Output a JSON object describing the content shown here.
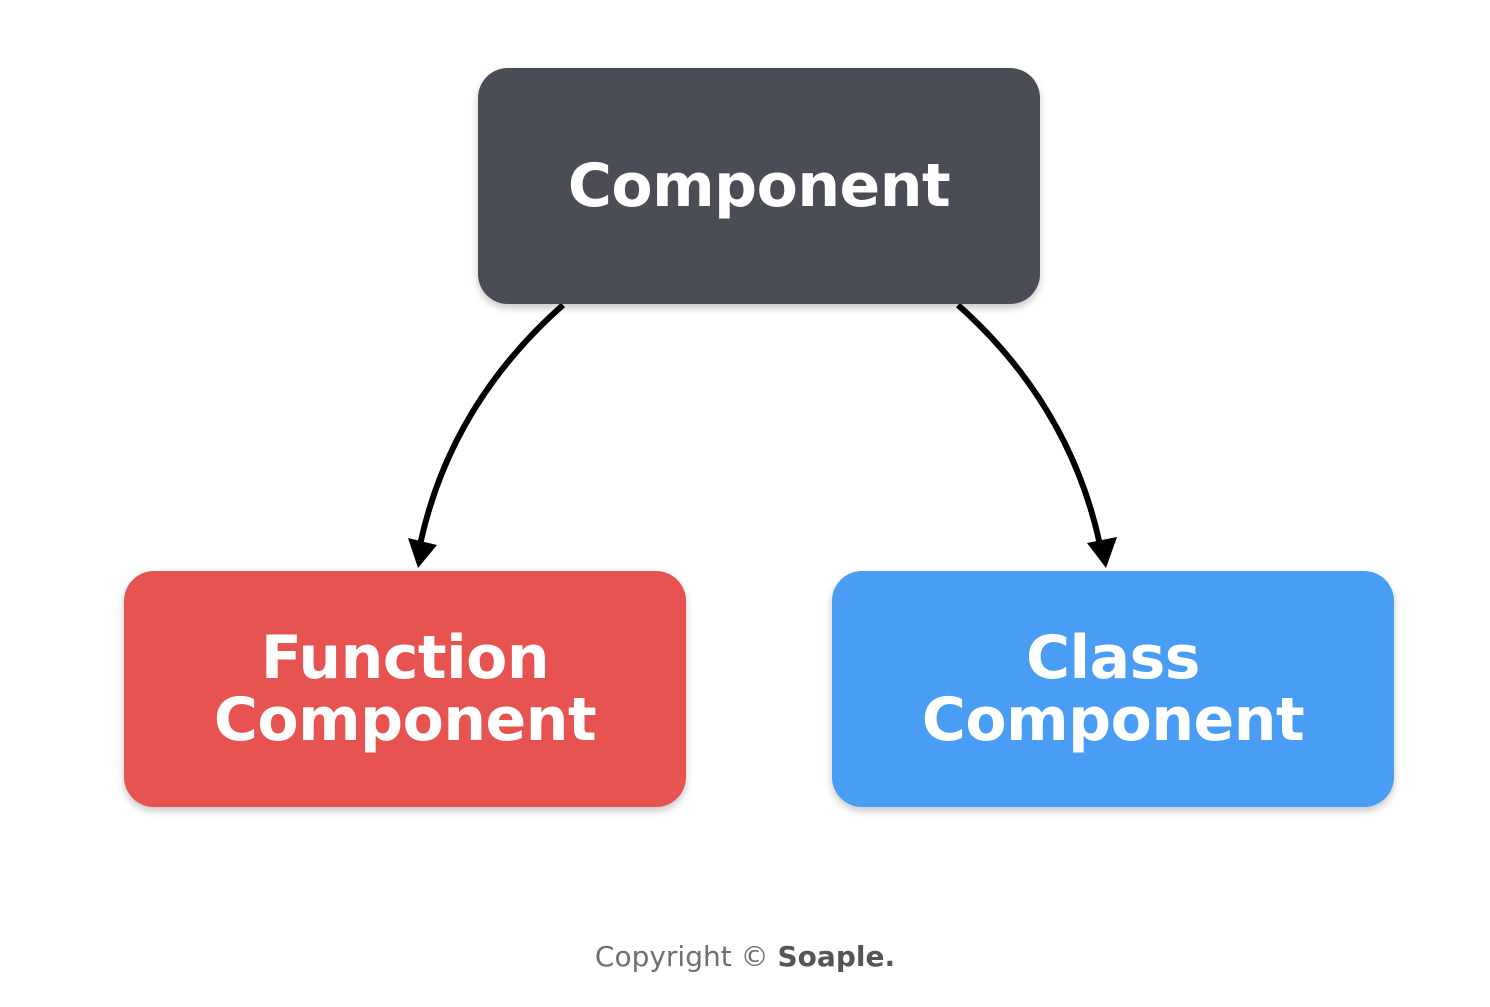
{
  "colors": {
    "root": "#4a4d55",
    "function": "#e65350",
    "class": "#4a9df5",
    "edge": "#000000"
  },
  "nodes": {
    "root": {
      "lines": [
        "Component"
      ]
    },
    "function": {
      "lines": [
        "Function",
        "Component"
      ]
    },
    "class": {
      "lines": [
        "Class",
        "Component"
      ]
    }
  },
  "edges": [
    {
      "from": "root",
      "to": "function"
    },
    {
      "from": "root",
      "to": "class"
    }
  ],
  "footer": {
    "prefix": "Copyright ©",
    "brand": "Soaple."
  }
}
